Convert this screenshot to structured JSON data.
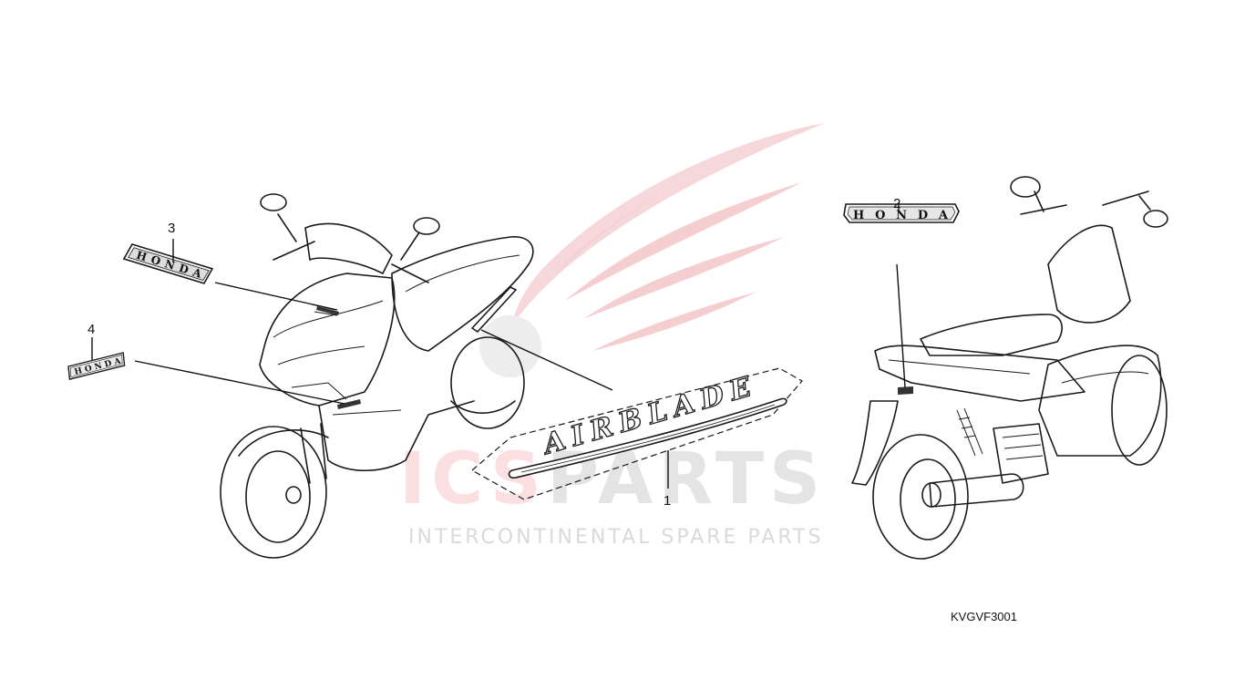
{
  "watermark": {
    "brand": "ICSPARTS",
    "tagline": "INTERCONTINENTAL SPARE PARTS",
    "brand_color": "#e43a4a",
    "gray_color": "#bdbdbd"
  },
  "callouts": {
    "c1": "1",
    "c2": "2",
    "c3": "3",
    "c4": "4"
  },
  "decals": {
    "honda": "HONDA",
    "airblade": "AIRBLADE"
  },
  "diagram_code": "KVGVF3001",
  "icons": [
    "scooter-front-view-icon",
    "scooter-rear-view-icon",
    "honda-emblem-icon",
    "airblade-stripe-icon"
  ]
}
